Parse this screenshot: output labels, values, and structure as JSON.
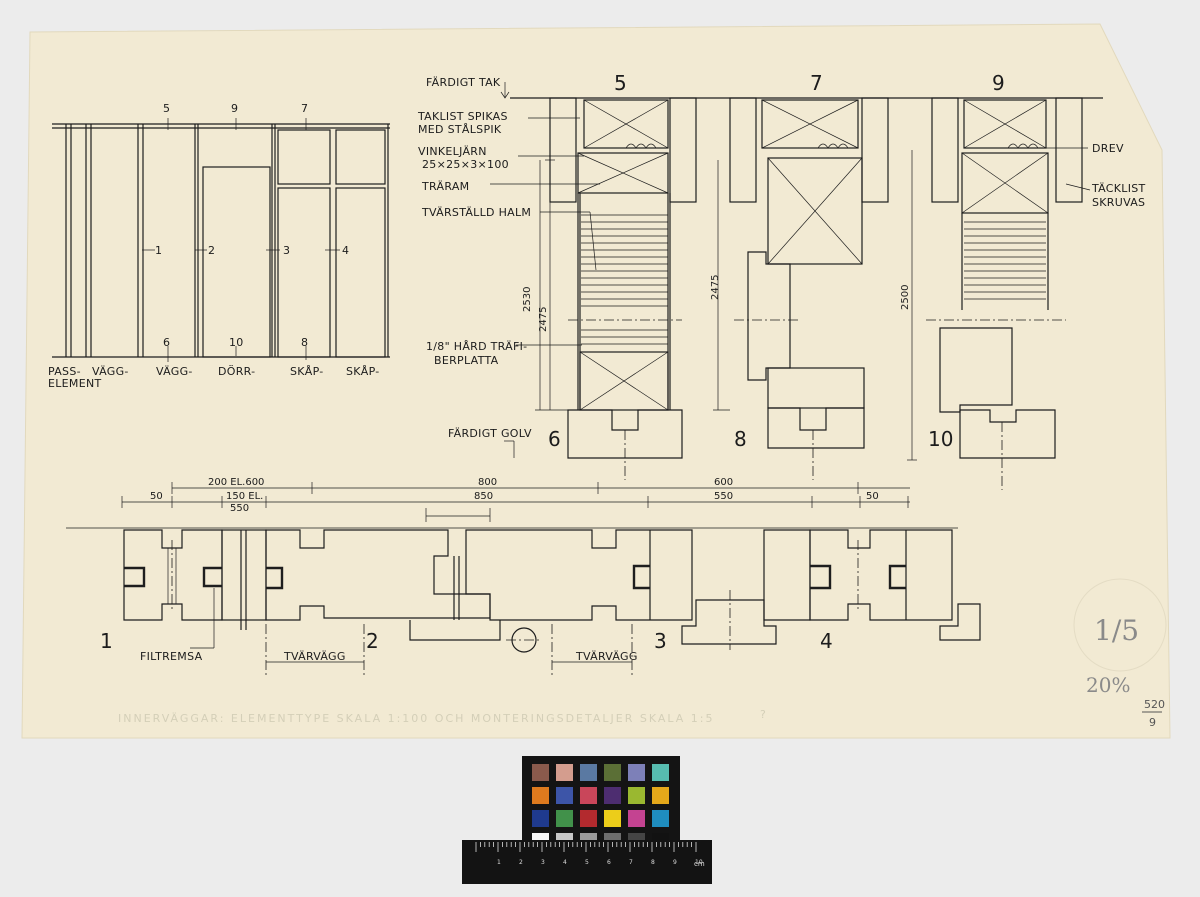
{
  "colors": {
    "background": "#ececec",
    "paper": "#f2ead3",
    "ink": "#1e1e1e",
    "pencil": "#8a8a8a",
    "checker_patches": [
      "#8a5a4c",
      "#d49d8e",
      "#5a79a2",
      "#5b6f36",
      "#7d80b8",
      "#57bcb0",
      "#de7a1e",
      "#3d55a8",
      "#c9465a",
      "#4d2d70",
      "#9ab830",
      "#e5a81a",
      "#1f3a8e",
      "#41914a",
      "#b32a2e",
      "#eccd1a",
      "#c44391",
      "#1f8dbf",
      "#f6f6f6",
      "#c7c7c7",
      "#9c9c9c",
      "#6e6e6e",
      "#454545",
      "#121212"
    ]
  },
  "elevation": {
    "top_numbers": [
      "5",
      "9",
      "7"
    ],
    "bottom_numbers": [
      "6",
      "10",
      "8"
    ],
    "element_numbers": [
      "1",
      "2",
      "3",
      "4"
    ],
    "labels": [
      "PASS-",
      "ELEMENT",
      "VÄGG-",
      "VÄGG-",
      "DÖRR-",
      "SKÅP-",
      "SKÅP-"
    ]
  },
  "sections": {
    "numbers_top": [
      "5",
      "7",
      "9"
    ],
    "numbers_bottom": [
      "6",
      "8",
      "10"
    ],
    "labels": {
      "fardigt_tak": "FÄRDIGT TAK",
      "taklist_1": "TAKLIST SPIKAS",
      "taklist_2": "MED STÅLSPIK",
      "vinkeljarn_1": "VINKELJÄRN",
      "vinkeljarn_2": "25×25×3×100",
      "traram": "TRÄRAM",
      "halm": "TVÄRSTÄLLD HALM",
      "hard_1": "1/8\" HÅRD TRÄFI-",
      "hard_2": "BERPLATTA",
      "fardigt_golv": "FÄRDIGT GOLV",
      "drev": "DREV",
      "tacklist_1": "TÄCKLIST",
      "tacklist_2": "SKRUVAS"
    },
    "heights": [
      "2530",
      "2475",
      "2475",
      "2500"
    ]
  },
  "plan": {
    "dims_top": [
      "200 EL.600",
      "800",
      "600"
    ],
    "dims_mid": [
      "50",
      "150 EL.",
      "550",
      "850",
      "550",
      "50"
    ],
    "numbers": [
      "1",
      "2",
      "3",
      "4"
    ],
    "filtremsa": "FILTREMSA",
    "tvarvagg": "TVÄRVÄGG"
  },
  "annotations": {
    "scale": "1/5",
    "percent": "20%",
    "catalog_top": "520",
    "catalog_bottom": "9",
    "faint_title": "INNERVÄGGAR: ELEMENTTYPE SKALA 1:100 OCH MONTERINGSDETALJER SKALA 1:5",
    "faint_mark": "?"
  },
  "ruler": {
    "units": "cm",
    "ticks": [
      "1",
      "2",
      "3",
      "4",
      "5",
      "6",
      "7",
      "8",
      "9",
      "10"
    ]
  }
}
